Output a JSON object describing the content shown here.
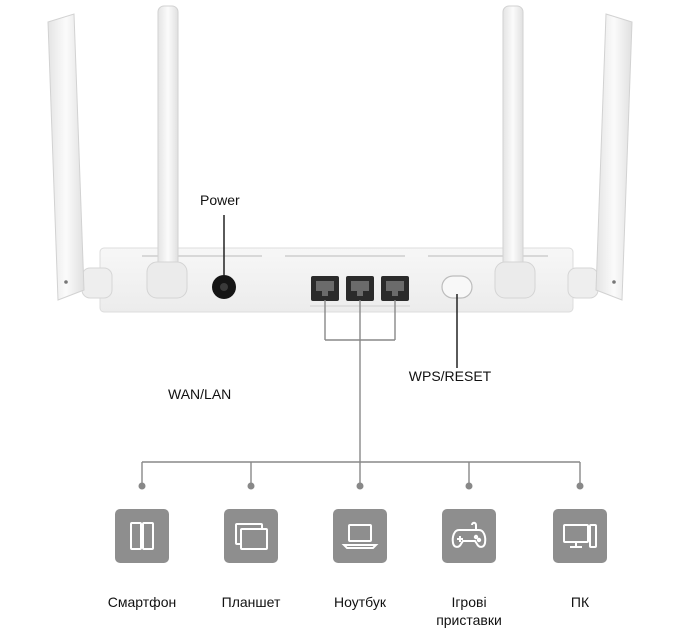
{
  "labels": {
    "power": "Power",
    "wan_lan": "WAN/LAN",
    "wps_reset": "WPS/RESET"
  },
  "devices": [
    {
      "label": "Смартфон",
      "icon": "smartphone-icon"
    },
    {
      "label": "Планшет",
      "icon": "tablet-icon"
    },
    {
      "label": "Ноутбук",
      "icon": "laptop-icon"
    },
    {
      "label": "Ігрові\nприставки",
      "icon": "gamepad-icon"
    },
    {
      "label": "ПК",
      "icon": "pc-icon"
    }
  ],
  "colors": {
    "router_body": "#f3f3f3",
    "icon_tile": "#8e8e8e",
    "lines": "#888888"
  }
}
